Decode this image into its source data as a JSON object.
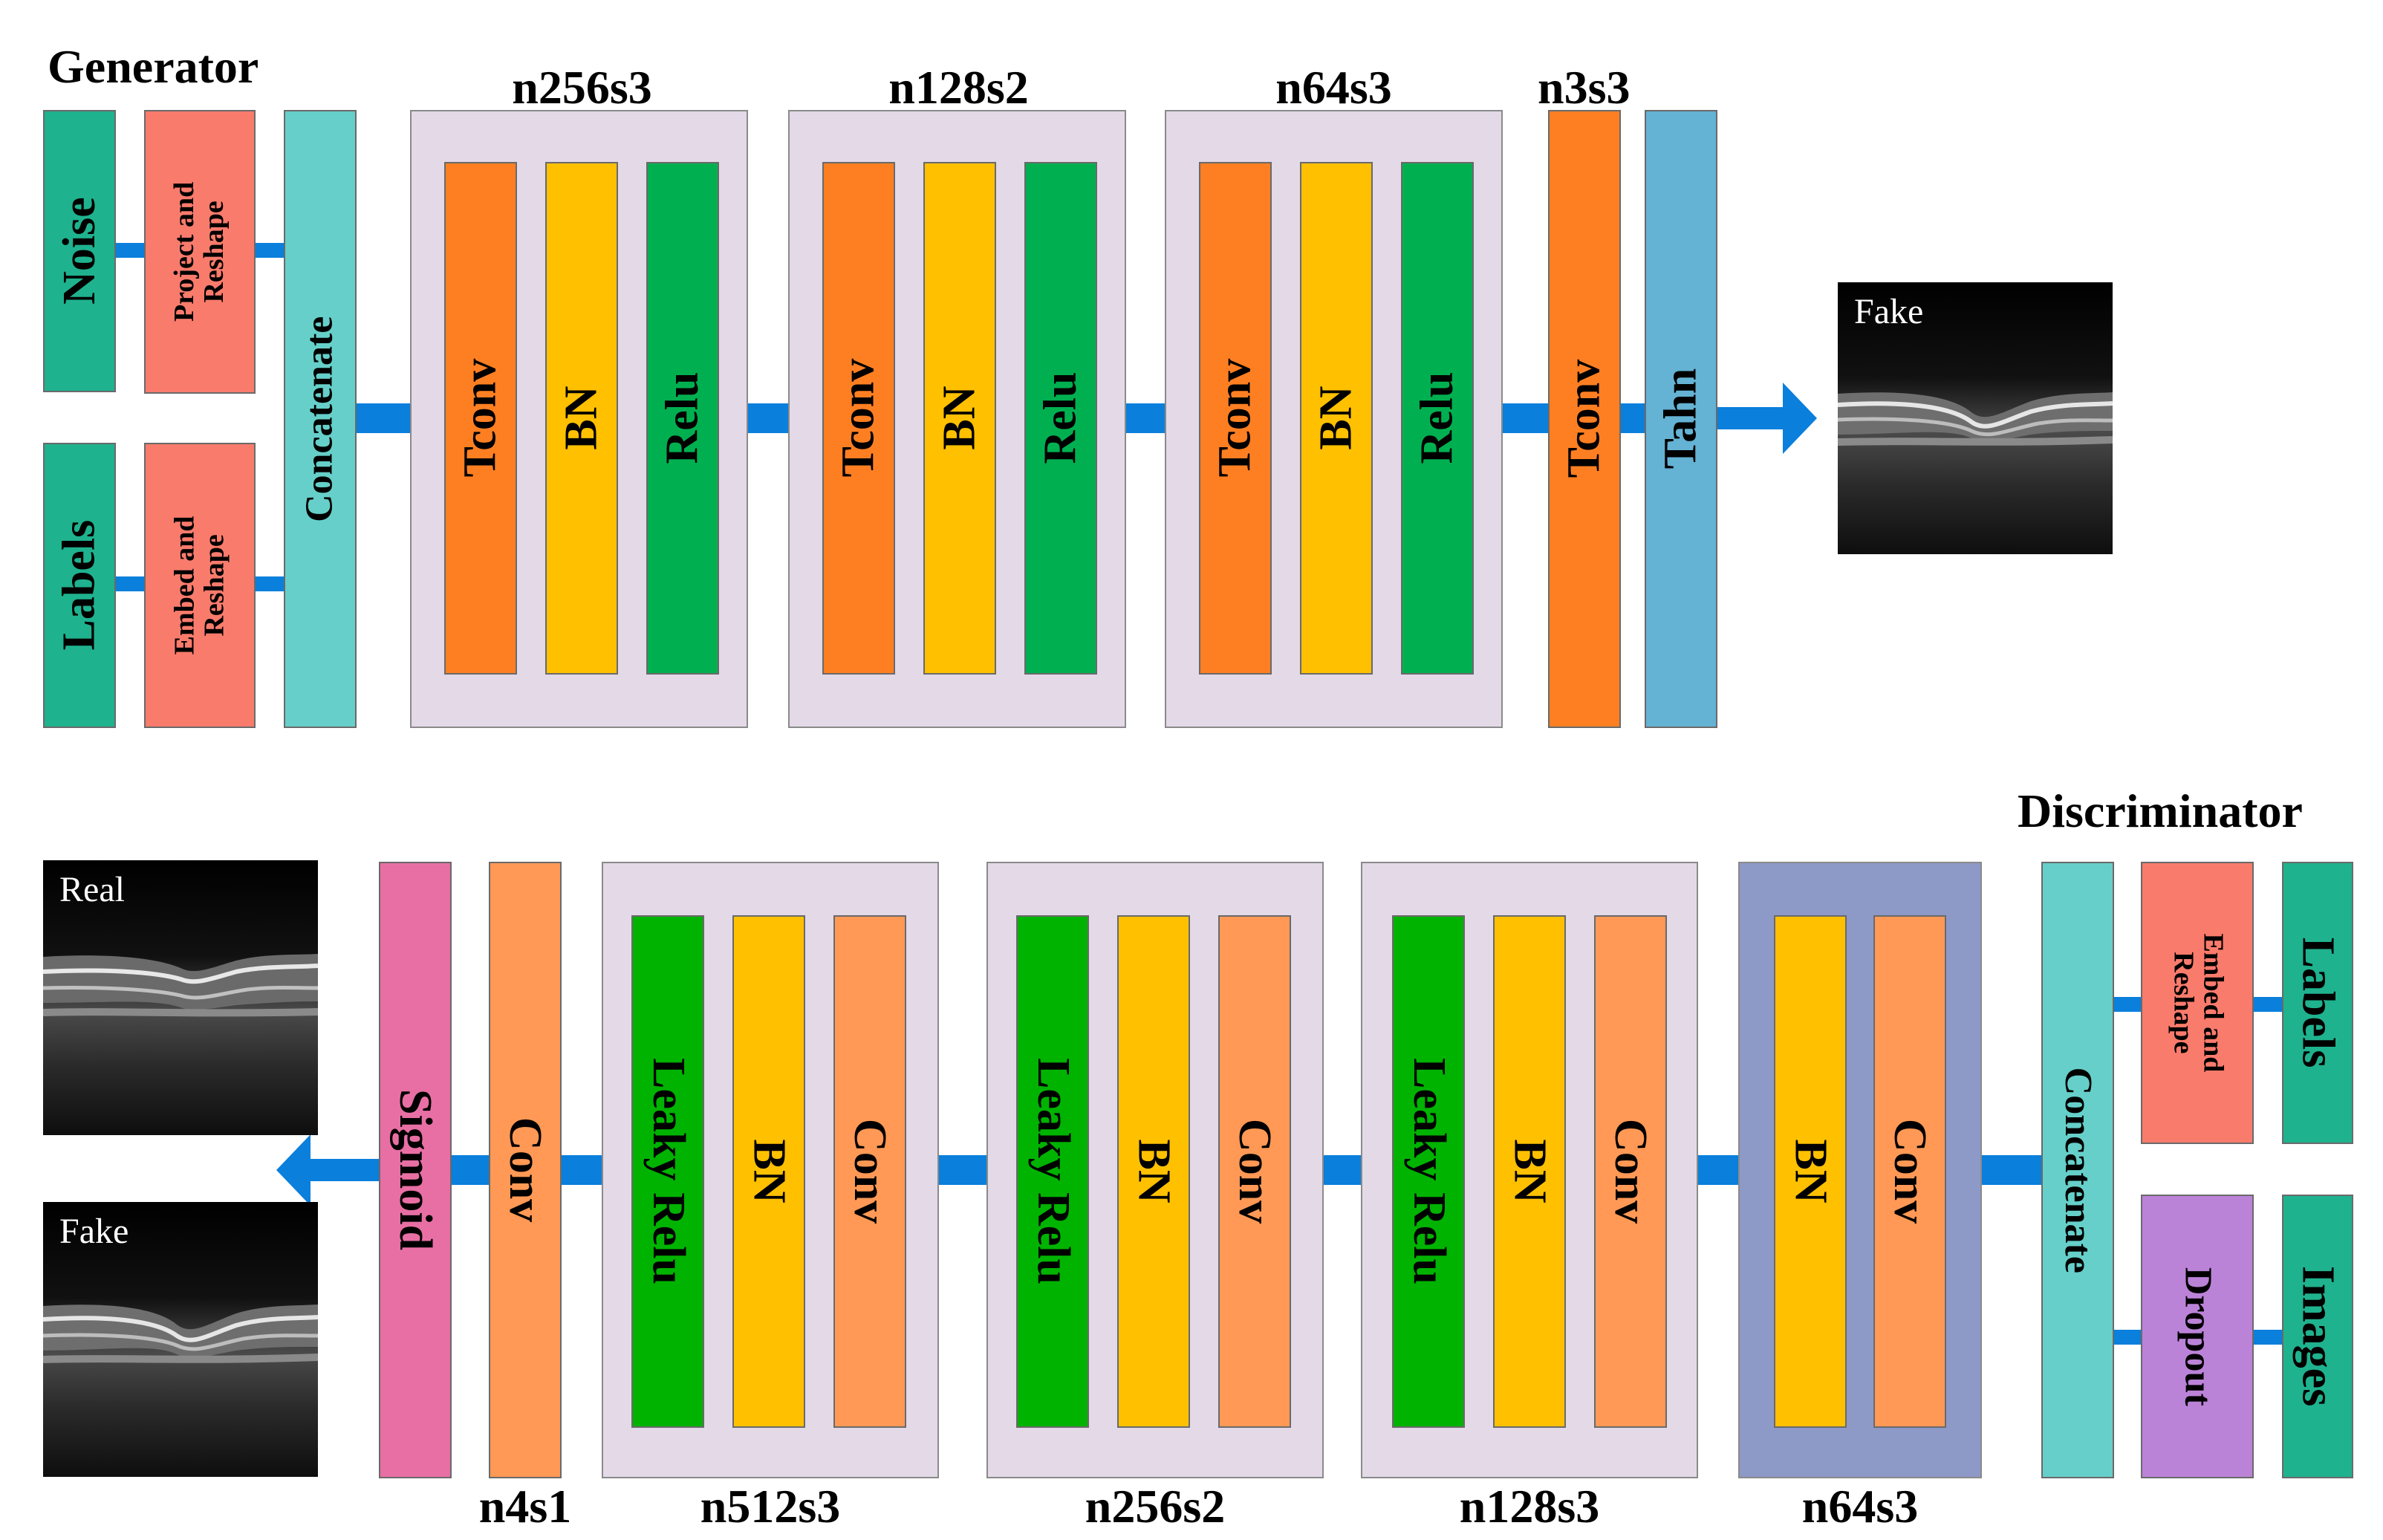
{
  "generator": {
    "title": "Generator",
    "inputs": {
      "noise": "Noise",
      "labels": "Labels"
    },
    "project_reshape": [
      "Project and",
      "Reshape"
    ],
    "embed_reshape": [
      "Embed and",
      "Reshape"
    ],
    "concatenate": "Concatenate",
    "groups": [
      {
        "label": "n256s3",
        "layers": [
          "Tconv",
          "BN",
          "Relu"
        ]
      },
      {
        "label": "n128s2",
        "layers": [
          "Tconv",
          "BN",
          "Relu"
        ]
      },
      {
        "label": "n64s3",
        "layers": [
          "Tconv",
          "BN",
          "Relu"
        ]
      }
    ],
    "final": {
      "label": "n3s3",
      "tconv": "Tconv",
      "activation": "Tahn"
    },
    "output_image_label": "Fake"
  },
  "discriminator": {
    "title": "Discriminator",
    "inputs": {
      "labels": "Labels",
      "images": "Images"
    },
    "embed_reshape": [
      "Embed and",
      "Reshape"
    ],
    "dropout": "Dropout",
    "concatenate": "Concatenate",
    "groups": [
      {
        "label": "n64s3",
        "layers": [
          "BN",
          "Conv"
        ]
      },
      {
        "label": "n128s3",
        "layers": [
          "Leaky Relu",
          "BN",
          "Conv"
        ]
      },
      {
        "label": "n256s2",
        "layers": [
          "Leaky Relu",
          "BN",
          "Conv"
        ]
      },
      {
        "label": "n512s3",
        "layers": [
          "Leaky Relu",
          "BN",
          "Conv"
        ]
      }
    ],
    "final": {
      "label": "n4s1",
      "conv": "Conv",
      "activation": "Sigmoid"
    },
    "output_images": [
      "Real",
      "Fake"
    ]
  }
}
